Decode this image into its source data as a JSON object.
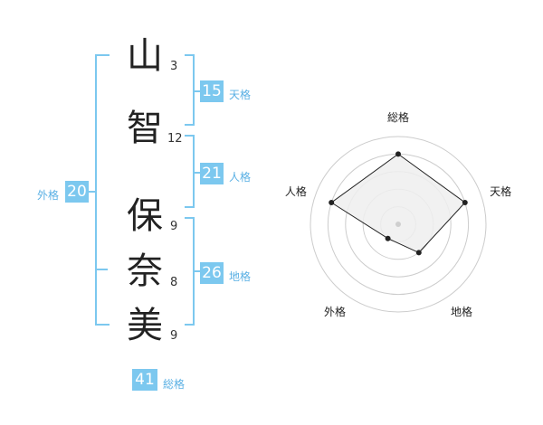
{
  "name": {
    "chars": [
      {
        "char": "山",
        "strokes": "3"
      },
      {
        "char": "智",
        "strokes": "12"
      },
      {
        "char": "保",
        "strokes": "9"
      },
      {
        "char": "奈",
        "strokes": "8"
      },
      {
        "char": "美",
        "strokes": "9"
      }
    ]
  },
  "kaku": {
    "tenkaku": {
      "value": "15",
      "label": "天格"
    },
    "jinkaku": {
      "value": "21",
      "label": "人格"
    },
    "chikaku": {
      "value": "26",
      "label": "地格"
    },
    "gaikaku": {
      "value": "20",
      "label": "外格"
    },
    "soukaku": {
      "value": "41",
      "label": "総格"
    }
  },
  "chart_data": {
    "type": "radar",
    "axes": [
      "総格",
      "天格",
      "地格",
      "外格",
      "人格"
    ],
    "values": [
      4,
      4,
      2,
      1,
      4
    ],
    "rmax": 5,
    "rings": 5,
    "colors": {
      "fill": "#eeeeee",
      "line": "#222222",
      "ring": "#cccccc",
      "bracket": "#7cc8ef"
    }
  }
}
